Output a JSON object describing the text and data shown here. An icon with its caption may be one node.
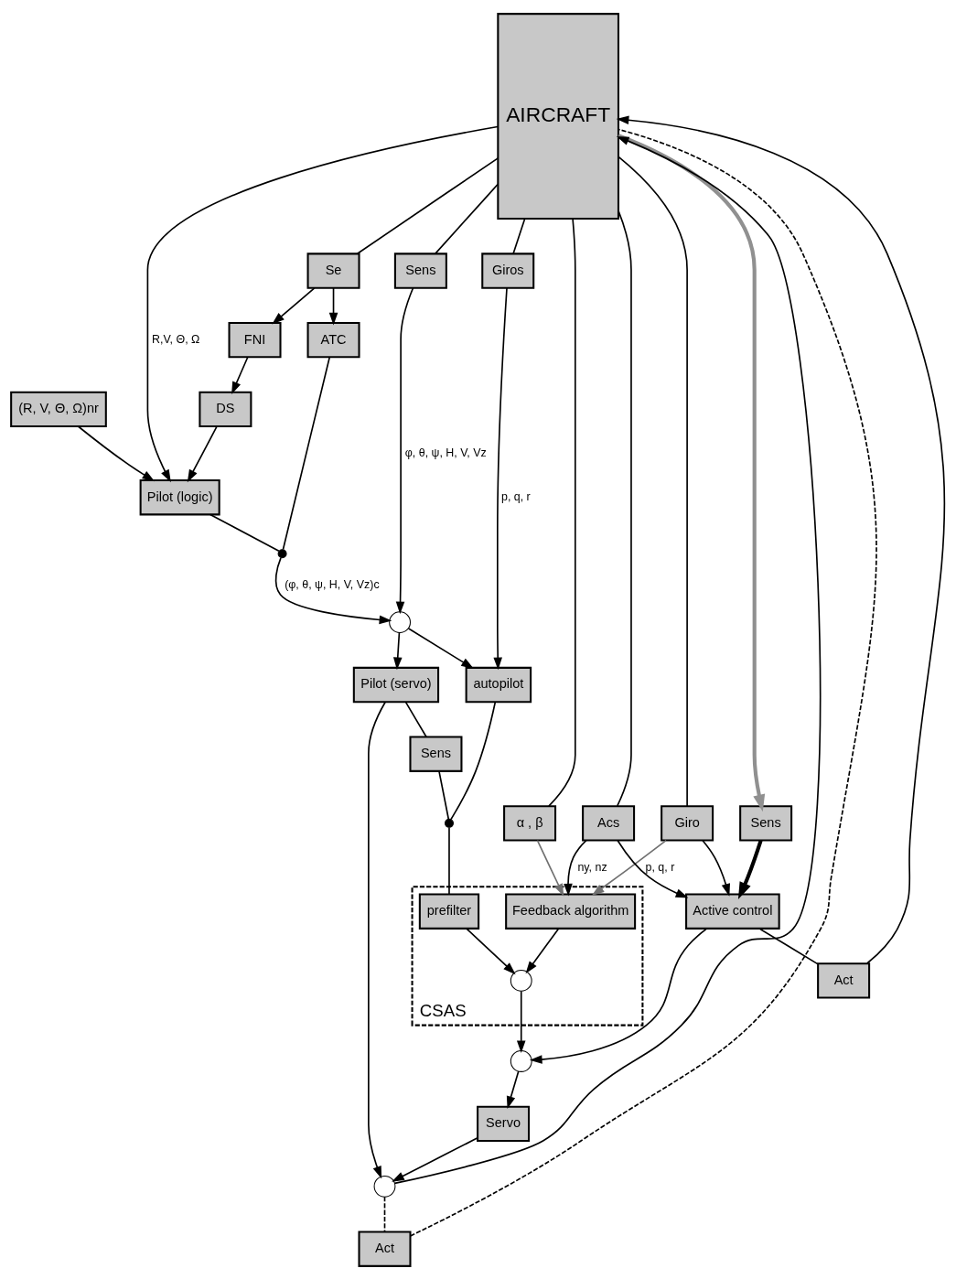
{
  "diagram": {
    "nodes": [
      {
        "text": [
          "AIRCRAFT"
        ]
      },
      {
        "text": [
          "(R, V, Θ, Ω)nr"
        ]
      },
      {
        "text": [
          "Se"
        ]
      },
      {
        "text": [
          "FNI"
        ]
      },
      {
        "text": [
          "DS"
        ]
      },
      {
        "text": [
          "ATC"
        ]
      },
      {
        "text": [
          "Pilot (logic)"
        ]
      },
      {
        "text": [],
        "shape": "switch"
      },
      {
        "text": [],
        "shape": "circle"
      },
      {
        "text": [
          "Sens"
        ]
      },
      {
        "text": [
          "Giros"
        ]
      },
      {
        "text": [
          "autopilot"
        ]
      },
      {
        "text": [
          "Pilot (servo)"
        ]
      },
      {
        "text": [
          "Sens"
        ]
      },
      {
        "text": [],
        "shape": "switch"
      },
      {
        "text": [
          "CSAS"
        ]
      },
      {
        "text": [
          "prefilter"
        ],
        "in": 15
      },
      {
        "text": [
          "Feedback algorithm"
        ],
        "in": 15
      },
      {
        "text": [],
        "shape": "circle",
        "in": 15
      },
      {
        "text": [
          "Giro"
        ]
      },
      {
        "text": [
          "Acs"
        ]
      },
      {
        "text": [
          "α , β"
        ]
      },
      {
        "text": [
          "Active control"
        ]
      },
      {
        "text": [],
        "shape": "circle"
      },
      {
        "text": [
          "Sens"
        ]
      },
      {
        "text": [
          "Servo"
        ]
      },
      {
        "text": [],
        "shape": "circle"
      },
      {
        "text": [
          "Act"
        ]
      },
      {
        "text": [
          "Act"
        ]
      }
    ],
    "edges": [
      {
        "from": 0,
        "to": 6,
        "arrow": "to",
        "label": "R,V, Θ, Ω"
      },
      {
        "from": 0,
        "to": 2,
        "arrow": "none"
      },
      {
        "from": 1,
        "to": 6,
        "arrow": "to"
      },
      {
        "from": 2,
        "to": 3,
        "arrow": "to"
      },
      {
        "from": 3,
        "to": 4,
        "arrow": "to"
      },
      {
        "from": 4,
        "to": 6,
        "arrow": "to"
      },
      {
        "from": 2,
        "to": 5,
        "arrow": "to"
      },
      {
        "from": 5,
        "to": 7,
        "arrow": "none"
      },
      {
        "from": 6,
        "to": 7,
        "arrow": "none"
      },
      {
        "from": 7,
        "to": 8,
        "arrow": "to",
        "label": "(φ, θ, ψ, H, V, Vz)c"
      },
      {
        "from": 0,
        "to": 9,
        "arrow": "none"
      },
      {
        "from": 9,
        "to": 8,
        "arrow": "to",
        "label": "φ, θ, ψ, H, V, Vz"
      },
      {
        "from": 8,
        "to": 11,
        "arrow": "to"
      },
      {
        "from": 8,
        "to": 12,
        "arrow": "to"
      },
      {
        "from": 0,
        "to": 10,
        "arrow": "none"
      },
      {
        "from": 10,
        "to": 11,
        "arrow": "to",
        "label": "p, q, r"
      },
      {
        "from": 11,
        "to": 14,
        "arrow": "none"
      },
      {
        "from": 12,
        "to": 13,
        "arrow": "none"
      },
      {
        "from": 13,
        "to": 14,
        "arrow": "none"
      },
      {
        "from": 12,
        "to": 26,
        "arrow": "to"
      },
      {
        "from": 14,
        "to": 16,
        "arrow": "none"
      },
      {
        "from": 0,
        "to": 19,
        "arrow": "none"
      },
      {
        "from": 0,
        "to": 20,
        "arrow": "none"
      },
      {
        "from": 0,
        "to": 21,
        "arrow": "none"
      },
      {
        "from": 19,
        "to": 17,
        "arrow": "to",
        "label": "p, q, r",
        "color": "#707070"
      },
      {
        "from": 20,
        "to": 17,
        "arrow": "to",
        "label": "ny, nz"
      },
      {
        "from": 21,
        "to": 17,
        "arrow": "to",
        "color": "#707070"
      },
      {
        "from": 16,
        "to": 18,
        "arrow": "to"
      },
      {
        "from": 17,
        "to": 18,
        "arrow": "to"
      },
      {
        "from": 19,
        "to": 22,
        "arrow": "to"
      },
      {
        "from": 20,
        "to": 22,
        "arrow": "to"
      },
      {
        "from": 0,
        "to": 24,
        "arrow": "to",
        "style": "thick",
        "color": "#909090"
      },
      {
        "from": 24,
        "to": 22,
        "arrow": "to",
        "style": "thick"
      },
      {
        "from": 18,
        "to": 23,
        "arrow": "to"
      },
      {
        "from": 22,
        "to": 23,
        "arrow": "to"
      },
      {
        "from": 23,
        "to": 25,
        "arrow": "to"
      },
      {
        "from": 25,
        "to": 26,
        "arrow": "to"
      },
      {
        "from": 26,
        "to": 0,
        "arrow": "to"
      },
      {
        "from": 26,
        "to": 27,
        "arrow": "none",
        "style": "dashed"
      },
      {
        "from": 27,
        "to": 0,
        "arrow": "none",
        "style": "dashed"
      },
      {
        "from": 22,
        "to": 28,
        "arrow": "none"
      },
      {
        "from": 28,
        "to": 0,
        "arrow": "to"
      }
    ]
  }
}
